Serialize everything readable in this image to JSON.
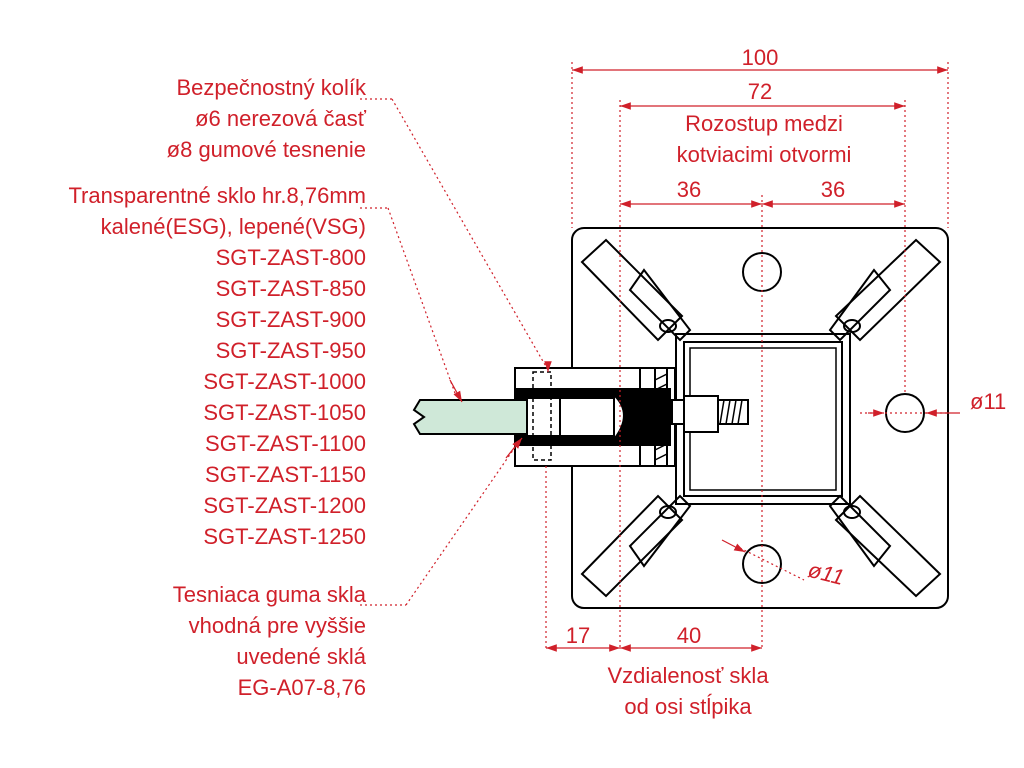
{
  "dimensions": {
    "overall_width": "100",
    "anchor_spacing": "72",
    "anchor_spacing_note": [
      "Rozostup medzi",
      "kotviacimi otvormi"
    ],
    "half_left": "36",
    "half_right": "36",
    "hole_right": "ø11",
    "hole_bottom": "ø11",
    "glass_edge": "17",
    "glass_axis": "40",
    "glass_axis_note": [
      "Vzdialenosť skla",
      "od osi stĺpika"
    ]
  },
  "callouts": {
    "pin": [
      "Bezpečnostný kolík",
      "ø6 nerezová časť",
      "ø8 gumové tesnenie"
    ],
    "glass": [
      "Transparentné sklo hr.8,76mm",
      "kalené(ESG), lepené(VSG)"
    ],
    "models": [
      "SGT-ZAST-800",
      "SGT-ZAST-850",
      "SGT-ZAST-900",
      "SGT-ZAST-950",
      "SGT-ZAST-1000",
      "SGT-ZAST-1050",
      "SGT-ZAST-1100",
      "SGT-ZAST-1150",
      "SGT-ZAST-1200",
      "SGT-ZAST-1250"
    ],
    "rubber": [
      "Tesniaca guma skla",
      "vhodná pre vyššie",
      "uvedené sklá",
      "EG-A07-8,76"
    ]
  },
  "colors": {
    "annotation": "#d0202a",
    "outline": "#000000",
    "glass": "#cfe8d8"
  }
}
